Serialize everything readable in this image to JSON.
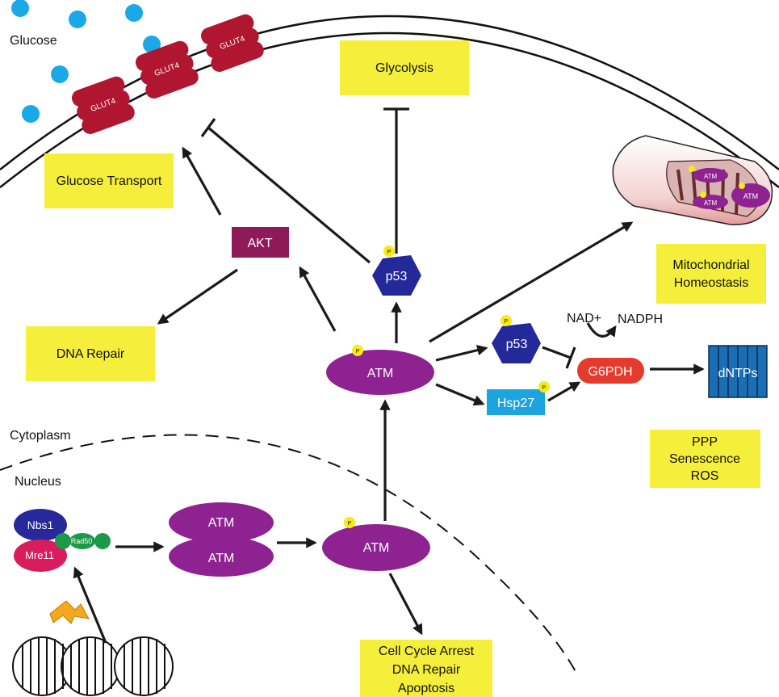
{
  "compartments": {
    "glucose_label": "Glucose",
    "cytoplasm_label": "Cytoplasm",
    "nucleus_label": "Nucleus"
  },
  "transporters": {
    "glut4_label": "GLUT4"
  },
  "boxes": {
    "glucose_transport": "Glucose Transport",
    "glycolysis": "Glycolysis",
    "dna_repair": "DNA Repair",
    "mito_line1": "Mitochondrial",
    "mito_line2": "Homeostasis",
    "ppp_line1": "PPP",
    "ppp_line2": "Senescence",
    "ppp_line3": "ROS",
    "outcome_line1": "Cell Cycle Arrest",
    "outcome_line2": "DNA Repair",
    "outcome_line3": "Apoptosis"
  },
  "nodes": {
    "akt": "AKT",
    "p53": "p53",
    "atm": "ATM",
    "hsp27": "Hsp27",
    "g6pdh": "G6PDH",
    "dntps": "dNTPs",
    "nad_plus": "NAD+",
    "nadph": "NADPH",
    "nbs1": "Nbs1",
    "mre11": "Mre11",
    "rad50": "Rad50",
    "phospho": "P"
  },
  "colors": {
    "box_yellow": "#f5ee3a",
    "glucose_blue": "#1aa9e6",
    "glut4_red": "#b0162f",
    "atm_purple": "#8e2290",
    "p53_navy": "#24299a",
    "akt_maroon": "#8f1a5a",
    "hsp27_cyan": "#1ba4e0",
    "g6pdh_red": "#e53a2e",
    "dntps_blue": "#1a6fb4",
    "nbs1_navy": "#27299a",
    "mre11_pink": "#d81c5c",
    "rad50_green": "#1d9a49",
    "phospho_yellow": "#f7ea16",
    "lightning": "#f5a81c"
  }
}
